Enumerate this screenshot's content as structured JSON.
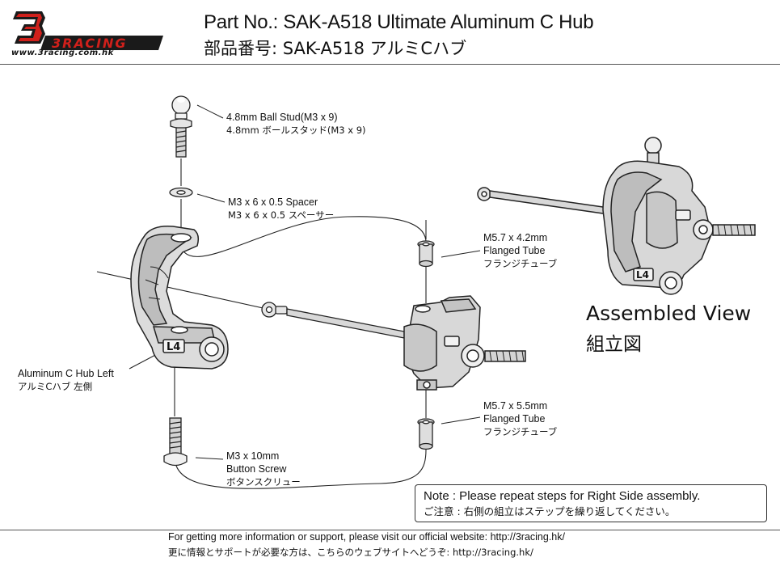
{
  "brand": {
    "logo_text": "3RACING",
    "website": "www.3racing.com.hk",
    "colors": {
      "logo_red": "#d0201b",
      "logo_dark": "#1a1a1a",
      "line_art": "#222222"
    }
  },
  "header": {
    "title_en": "Part No.: SAK-A518 Ultimate Aluminum C Hub",
    "title_jp": "部品番号: SAK-A518 アルミCハブ"
  },
  "callouts": {
    "ball_stud": {
      "en": "4.8mm Ball Stud(M3 x 9)",
      "jp": "4.8mm ボールスタッド(M3 x 9)"
    },
    "spacer": {
      "en": "M3 x 6 x 0.5 Spacer",
      "jp": "M3 x 6 x 0.5 スペーサー"
    },
    "flanged_tube_small": {
      "line1": "M5.7 x 4.2mm",
      "line2": "Flanged Tube",
      "jp": "フランジチューブ"
    },
    "c_hub": {
      "en": "Aluminum C Hub Left",
      "jp": "アルミCハブ 左側"
    },
    "flanged_tube_large": {
      "line1": "M5.7 x 5.5mm",
      "line2": "Flanged Tube",
      "jp": "フランジチューブ"
    },
    "screw": {
      "line1": "M3 x 10mm",
      "line2": "Button Screw",
      "jp": "ボタンスクリュー"
    }
  },
  "assembled_view": {
    "en": "Assembled View",
    "jp": "組立図"
  },
  "part_marking": "L4",
  "note": {
    "en": "Note : Please repeat steps for Right Side assembly.",
    "jp": "ご注意 : 右側の組立はステップを繰り返してください。"
  },
  "footer": {
    "en": "For getting more information or support, please visit our official website: http://3racing.hk/",
    "jp": "更に情報とサポートが必要な方は、こちらのウェブサイトへどうぞ: http://3racing.hk/"
  }
}
